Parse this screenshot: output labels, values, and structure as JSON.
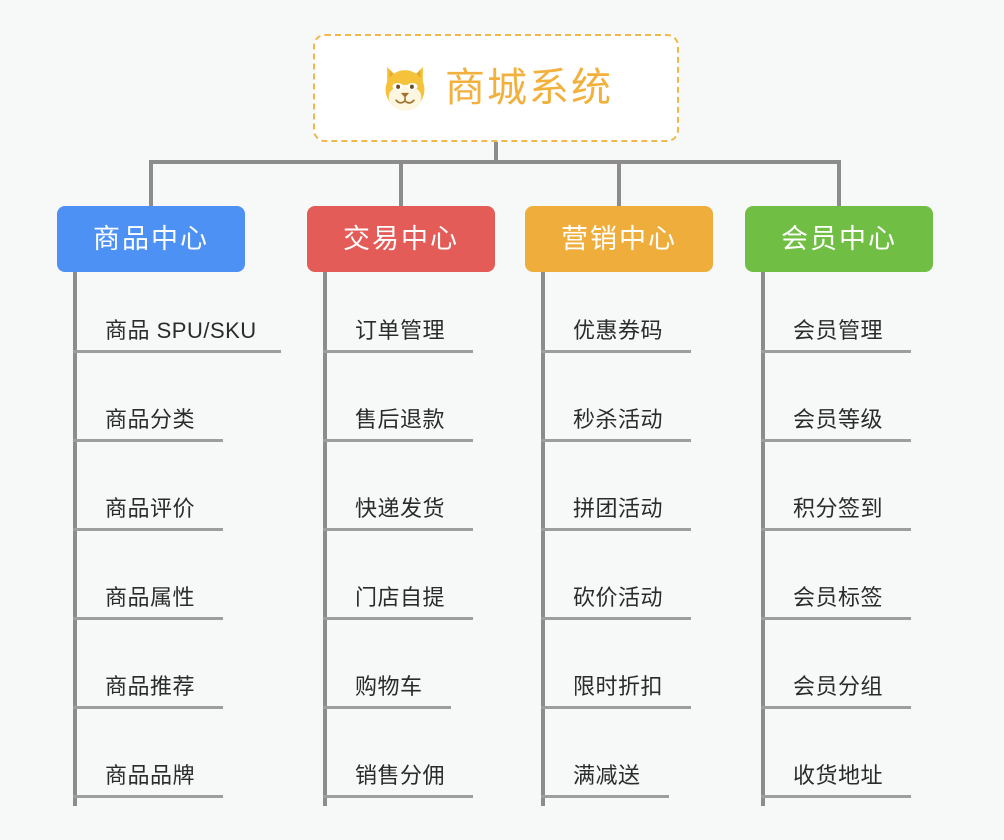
{
  "page": {
    "background_color": "#f7f8f8",
    "connector_color": "#8c8c8c",
    "leaf_text_color": "#2b2b2b",
    "leaf_underline_color": "#9e9e9e"
  },
  "root": {
    "title": "商城系统",
    "icon": "shiba-dog-face-emoji",
    "text_color": "#f2b03c",
    "border_color": "#f0b849",
    "background_color": "#ffffff"
  },
  "categories": [
    {
      "label": "商品中心",
      "color": "#4d91f5",
      "items": [
        "商品 SPU/SKU",
        "商品分类",
        "商品评价",
        "商品属性",
        "商品推荐",
        "商品品牌"
      ]
    },
    {
      "label": "交易中心",
      "color": "#e35c58",
      "items": [
        "订单管理",
        "售后退款",
        "快递发货",
        "门店自提",
        "购物车",
        "销售分佣"
      ]
    },
    {
      "label": "营销中心",
      "color": "#efae3c",
      "items": [
        "优惠券码",
        "秒杀活动",
        "拼团活动",
        "砍价活动",
        "限时折扣",
        "满减送"
      ]
    },
    {
      "label": "会员中心",
      "color": "#70bf44",
      "items": [
        "会员管理",
        "会员等级",
        "积分签到",
        "会员标签",
        "会员分组",
        "收货地址"
      ]
    }
  ]
}
